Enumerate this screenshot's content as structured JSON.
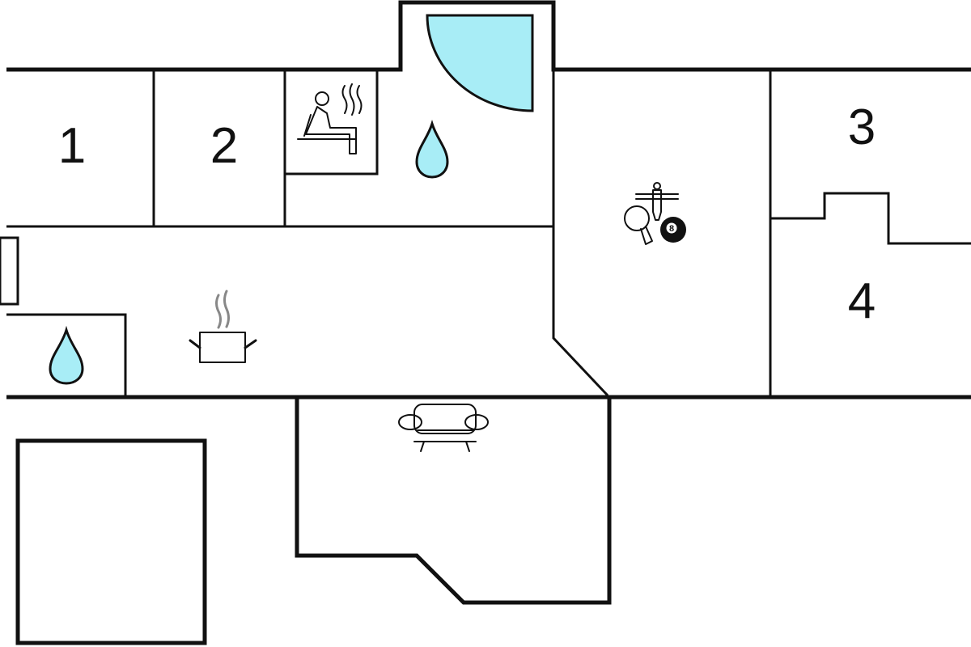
{
  "rooms": [
    {
      "id": "bedroom-1",
      "label": "1"
    },
    {
      "id": "bedroom-2",
      "label": "2"
    },
    {
      "id": "bedroom-3",
      "label": "3"
    },
    {
      "id": "bedroom-4",
      "label": "4"
    }
  ],
  "icons": {
    "sauna": "sauna-icon",
    "shower_bathroom": "water-drop-icon",
    "toilet": "water-drop-icon",
    "kitchen": "cooking-pot-icon",
    "living_room": "sofa-icon",
    "activity_room": "table-football-ping-pong-billiard-icon",
    "billiard_ball_number": "8"
  },
  "colors": {
    "wall": "#111111",
    "water": "#a8edf6",
    "background": "#ffffff"
  }
}
